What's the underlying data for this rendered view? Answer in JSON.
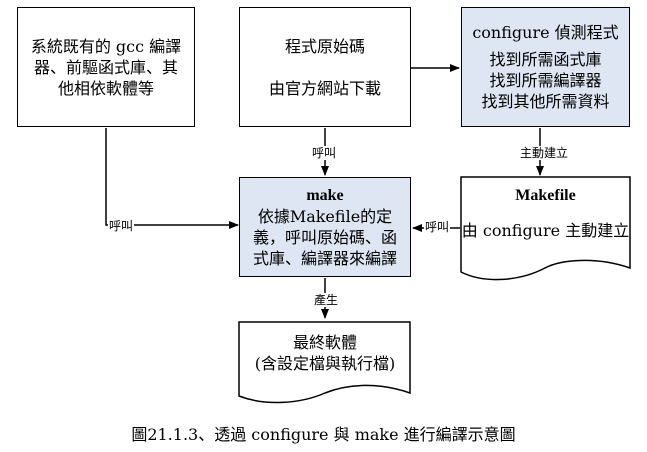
{
  "nodes": {
    "system_software": [
      "系統既有的 gcc 編譯",
      "器、前驅函式庫、其",
      "他相依軟體等"
    ],
    "source_code": [
      "程式原始碼",
      "",
      "由官方網站下載"
    ],
    "configure": {
      "title": "configure 偵測程式",
      "lines": [
        "找到所需函式庫",
        "找到所需編譯器",
        "找到其他所需資料"
      ]
    },
    "make": {
      "title": "make",
      "lines": [
        "依據Makefile的定",
        "義，呼叫原始碼、函",
        "式庫、編譯器來編譯"
      ]
    },
    "makefile": {
      "title": "Makefile",
      "text": "由 configure 主動建立"
    },
    "final": [
      "最終軟體",
      "(含設定檔與執行檔)"
    ]
  },
  "edge_labels": {
    "call_source": "呼叫",
    "call_system": "呼叫",
    "call_makefile": "呼叫",
    "auto_create": "主動建立",
    "produce": "產生"
  },
  "caption": "圖21.1.3、透過 configure 與 make 進行編譯示意圖",
  "colors": {
    "shaded_box": "#dde6f2",
    "line": "#000000"
  }
}
